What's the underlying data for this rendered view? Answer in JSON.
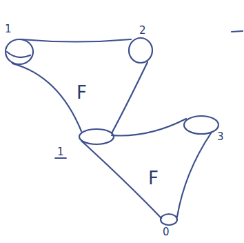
{
  "diagram": {
    "nodes": [
      {
        "text": [
          "F"
        ]
      },
      {
        "text": [
          "F"
        ]
      }
    ],
    "labels": [
      "1",
      "2",
      "3",
      "1",
      "0"
    ]
  }
}
